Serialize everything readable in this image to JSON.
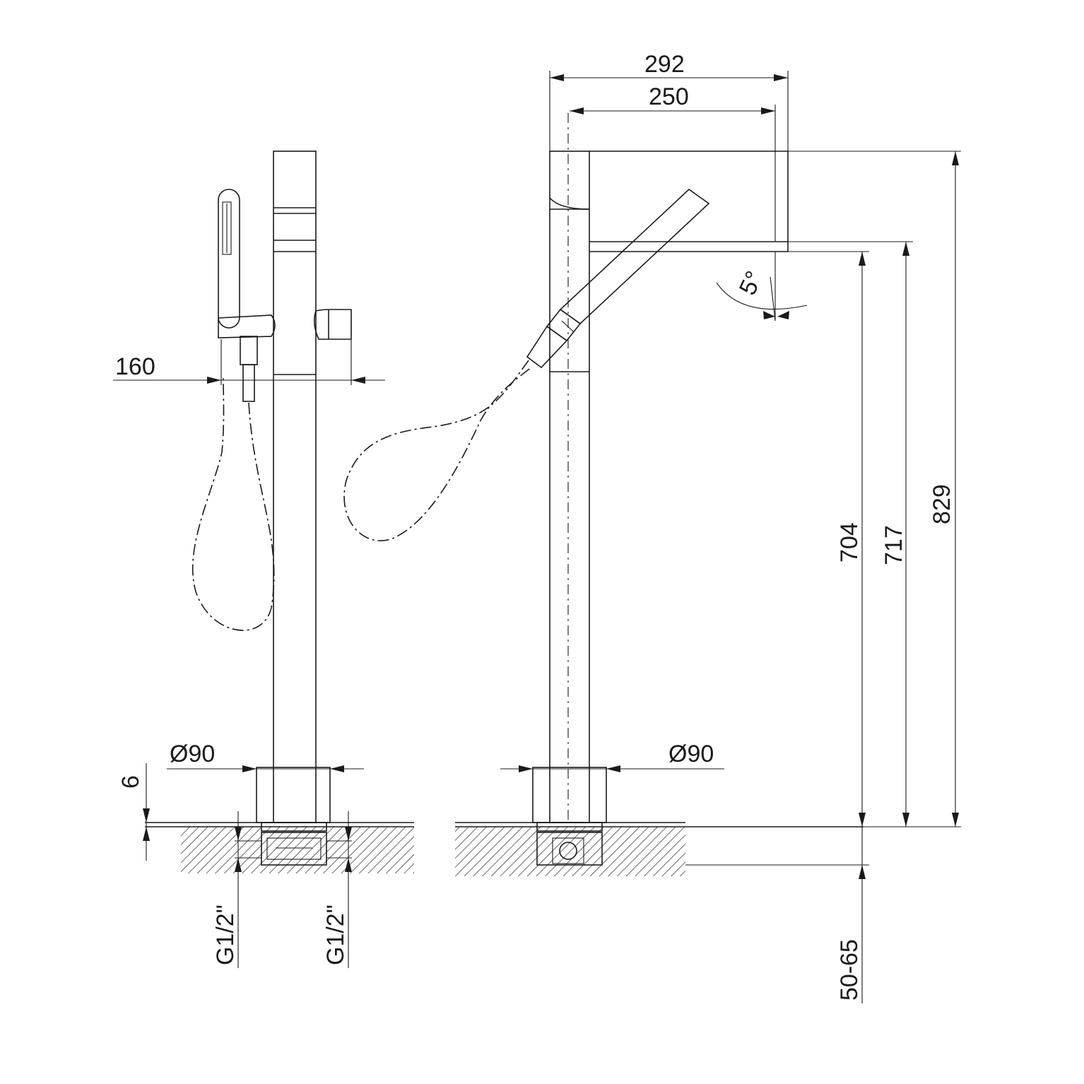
{
  "dimensions": {
    "spout_offset": "160",
    "diameter_left": "Ø90",
    "diameter_right": "Ø90",
    "base_plate": "6",
    "inlet_left": "G1/2\"",
    "inlet_right": "G1/2\"",
    "overall_width": "292",
    "spout_width": "250",
    "tilt_angle": "5°",
    "height_outlet": "704",
    "height_spout": "717",
    "height_total": "829",
    "floor_depth": "50-65"
  },
  "colors": {
    "line": "#1a1a1a",
    "background": "#ffffff"
  }
}
